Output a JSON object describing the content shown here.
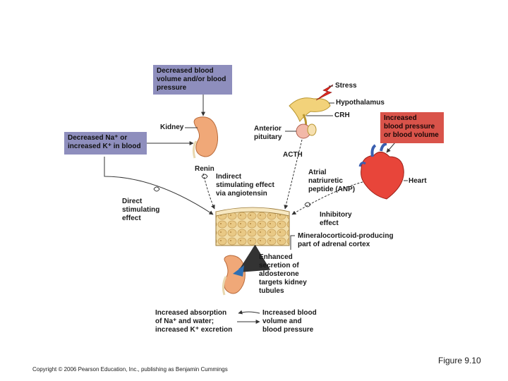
{
  "boxes": {
    "decreased_volume": [
      "Decreased blood",
      "volume and/or blood",
      "pressure"
    ],
    "decreased_na": [
      "Decreased Na⁺ or",
      "increased K⁺ in blood"
    ],
    "increased_bp": [
      "Increased",
      "blood pressure",
      "or blood volume"
    ]
  },
  "labels": {
    "stress": "Stress",
    "hypothalamus": "Hypothalamus",
    "crh": "CRH",
    "kidney": "Kidney",
    "anterior_pituitary": [
      "Anterior",
      "pituitary"
    ],
    "acth": "ACTH",
    "renin": "Renin",
    "indirect": [
      "Indirect",
      "stimulating effect",
      "via angiotensin"
    ],
    "atrial": [
      "Atrial",
      "natriuretic",
      "peptide (ANP)"
    ],
    "heart": "Heart",
    "direct": [
      "Direct",
      "stimulating",
      "effect"
    ],
    "inhibitory": [
      "Inhibitory",
      "effect"
    ],
    "mineralocorticoid": [
      "Mineralocorticoid-producing",
      "part of adrenal cortex"
    ],
    "enhanced": [
      "Enhanced",
      "secretion of",
      "aldosterone",
      "targets kidney",
      "tubules"
    ],
    "absorption": [
      "Increased absorption",
      "of Na⁺ and water;",
      "increased K⁺ excretion"
    ],
    "increased_volume": [
      "Increased blood",
      "volume and",
      "blood pressure"
    ]
  },
  "footer": {
    "copyright": "Copyright © 2006 Pearson Education, Inc., publishing as Benjamin Cummings",
    "figure": "Figure 9.10"
  },
  "colors": {
    "blue_box": "#8e8ebd",
    "red_box": "#d9534a",
    "adrenal": "#e8c98a",
    "kidney": "#f0a878",
    "arrow_blue": "#2f6fb3"
  }
}
